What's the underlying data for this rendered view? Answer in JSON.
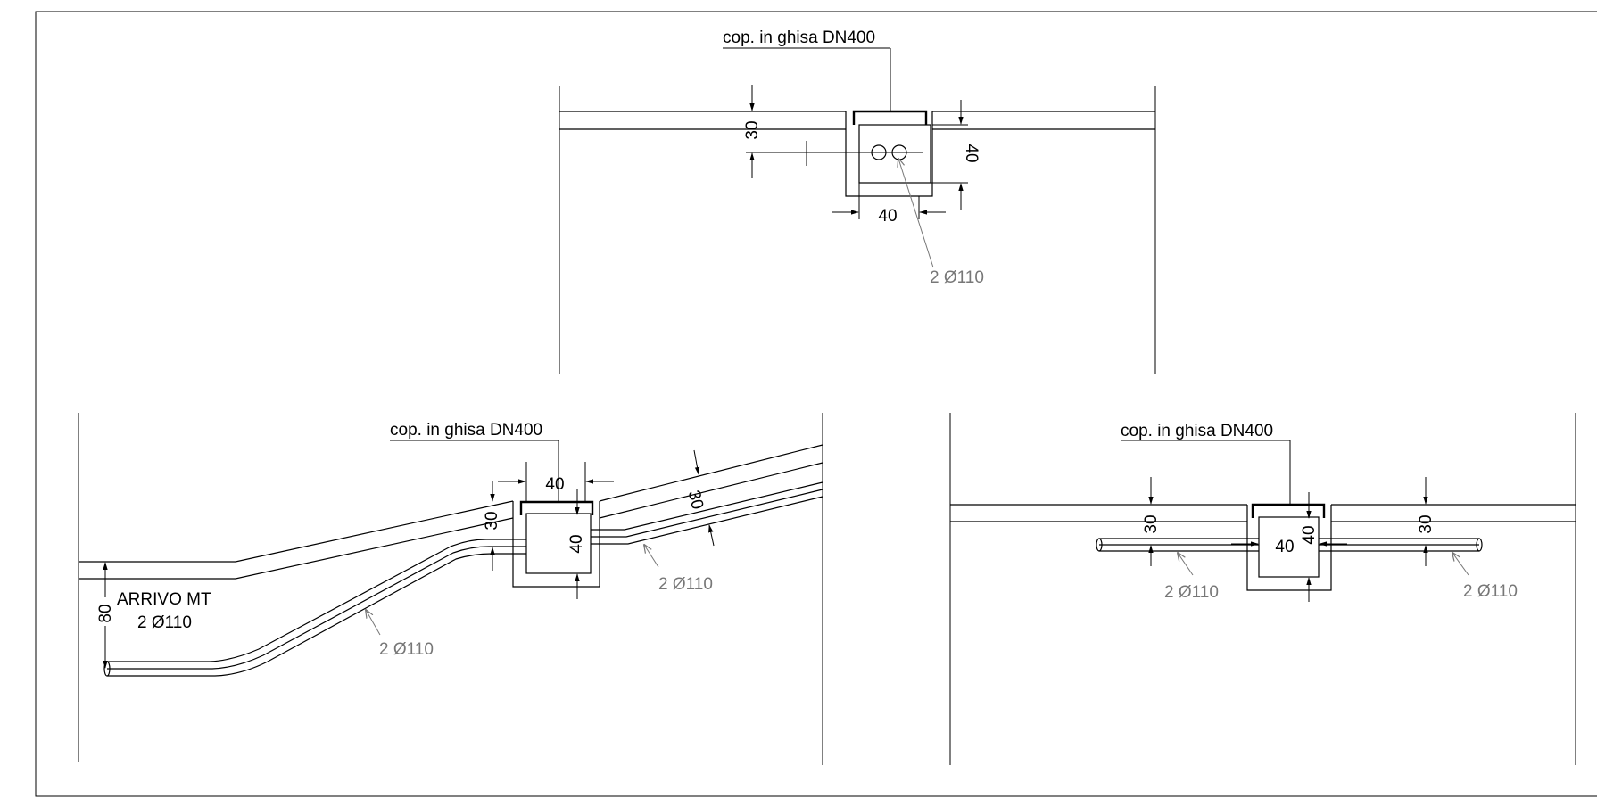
{
  "cover_label": "cop. in ghisa DN400",
  "pipe_label": "2 Ø110",
  "arrival_line1": "ARRIVO MT",
  "arrival_line2": "2 Ø110",
  "dim_30": "30",
  "dim_40": "40",
  "dim_80": "80",
  "colors": {
    "line": "#000000",
    "annotation": "#777777"
  }
}
